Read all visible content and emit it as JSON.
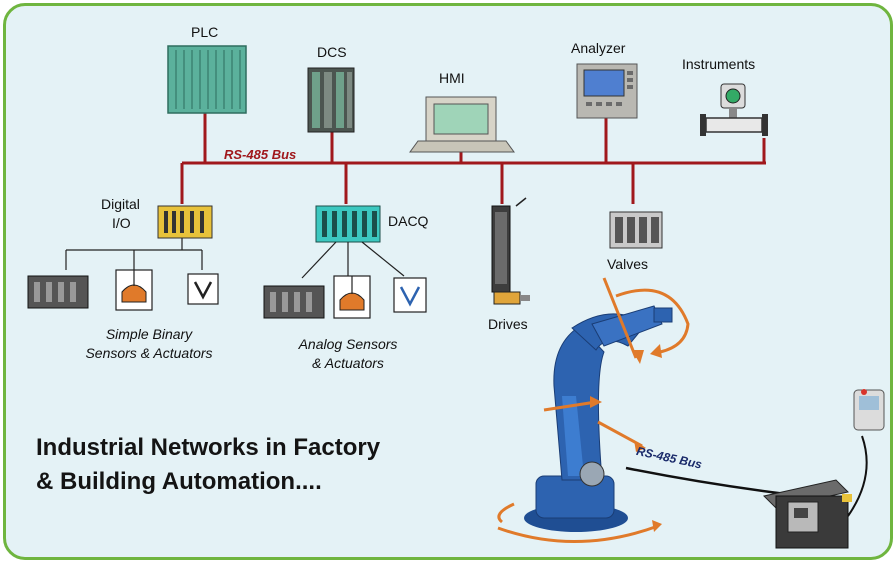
{
  "labels": {
    "plc": "PLC",
    "dcs": "DCS",
    "hmi": "HMI",
    "analyzer": "Analyzer",
    "instruments": "Instruments",
    "bus_main": "RS-485 Bus",
    "digital_io_line1": "Digital",
    "digital_io_line2": "I/O",
    "dacq": "DACQ",
    "drives": "Drives",
    "valves": "Valves",
    "simple_binary_line1": "Simple Binary",
    "simple_binary_line2": "Sensors & Actuators",
    "analog_line1": "Analog Sensors",
    "analog_line2": "& Actuators",
    "bus_robot": "RS-485 Bus"
  },
  "title": {
    "line1": "Industrial Networks in Factory",
    "line2": "& Building Automation...."
  },
  "colors": {
    "background": "#e4f2f6",
    "border": "#6fb53f",
    "bus": "#a0181c",
    "robot": "#2d63b0",
    "arrows": "#e07a2a"
  }
}
